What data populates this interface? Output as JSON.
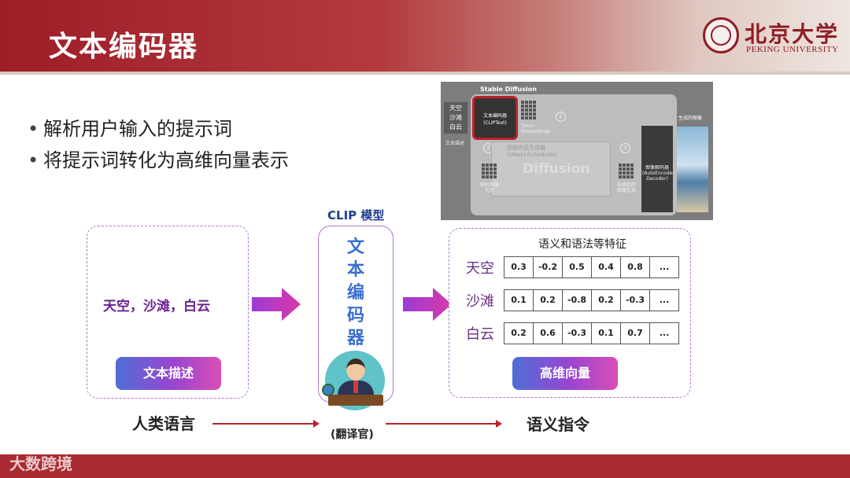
{
  "header": {
    "title": "文本编码器",
    "university_cn": "北京大学",
    "university_en": "PEKING UNIVERSITY"
  },
  "bullets": [
    "解析用户输入的提示词",
    "将提示词转化为高维向量表示"
  ],
  "sd_diagram": {
    "title": "Stable Diffusion",
    "input_words": [
      "天空",
      "沙滩",
      "白云"
    ],
    "input_caption": "文本描述",
    "encoder_cn": "文本编码器",
    "encoder_en": "(CLIPText)",
    "token_label": [
      "Token",
      "Embeddings"
    ],
    "step1": "1",
    "step2": "2",
    "step3": "3",
    "unet_cn": "图像信息生成器",
    "unet_en": "(UNet+Scheduler)",
    "diffusion_label": "Diffusion",
    "noise_label": [
      "随机图像",
      "信息"
    ],
    "processed_label": [
      "处理后的",
      "图像信息"
    ],
    "decoder_cn": "图像解码器",
    "decoder_en": [
      "(AutoEncoder",
      "Decoder)"
    ],
    "output_label": "生成的图像"
  },
  "clip": {
    "label": "CLIP 模型",
    "encoder_chars": [
      "文",
      "本",
      "编",
      "码",
      "器"
    ]
  },
  "left_box": {
    "text": "天空，沙滩，白云",
    "button": "文本描述"
  },
  "right_box": {
    "title": "语义和语法等特征",
    "rows": [
      {
        "word": "天空",
        "values": [
          "0.3",
          "-0.2",
          "0.5",
          "0.4",
          "0.8",
          "..."
        ]
      },
      {
        "word": "沙滩",
        "values": [
          "0.1",
          "0.2",
          "-0.8",
          "0.2",
          "-0.3",
          "..."
        ]
      },
      {
        "word": "白云",
        "values": [
          "0.2",
          "0.6",
          "-0.3",
          "0.1",
          "0.7",
          "..."
        ]
      }
    ],
    "button": "高维向量"
  },
  "bottom": {
    "human_language": "人类语言",
    "translator": "(翻译官)",
    "semantic_instruction": "语义指令"
  },
  "watermark": "大数跨境",
  "colors": {
    "header_red": "#9e1d27",
    "accent_purple": "#6b2490",
    "accent_blue": "#3a6fd0",
    "arrow_red": "#c0202a"
  }
}
